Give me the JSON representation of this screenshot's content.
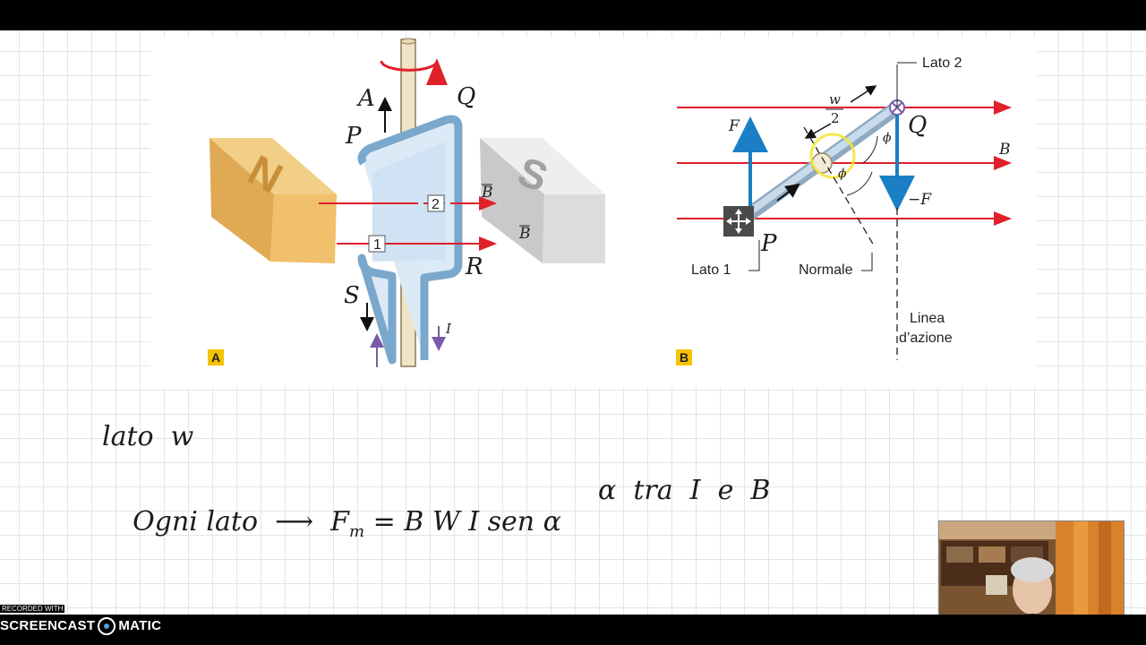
{
  "figure_a": {
    "label": "A",
    "magnet_n": "N",
    "magnet_s": "S",
    "box_1": "1",
    "box_2": "2",
    "b_vector": "B",
    "current_i": "I",
    "hand_A": "A",
    "hand_P": "P",
    "hand_Q": "Q",
    "hand_R": "R",
    "hand_S": "S"
  },
  "figure_b": {
    "label": "B",
    "lato2": "Lato 2",
    "lato1": "Lato 1",
    "normale": "Normale",
    "linea_1": "Linea",
    "linea_2": "d’azione",
    "w": "w",
    "two": "2",
    "f": "F",
    "minus_f": "−F",
    "b": "B",
    "phi": "ϕ",
    "hand_P": "P",
    "hand_Q": "Q"
  },
  "notes": {
    "line1": "lato  w",
    "line2_a": "Ogni lato  ⟶  F",
    "line2_sub": "m",
    "line2_b": " = B W I sen α",
    "line2_c": "α  tra  I  e  B"
  },
  "recorder": {
    "recorded_with": "RECORDED WITH",
    "brand_left": "SCREENCAST",
    "brand_right": "MATIC"
  },
  "colors": {
    "field_line": "#e0202a",
    "force_arrow": "#1a7fc4",
    "magnet_n": "#e8b45a",
    "magnet_s": "#d8d8d8",
    "coil": "#a9cbe6",
    "highlight": "#f5e53a"
  }
}
